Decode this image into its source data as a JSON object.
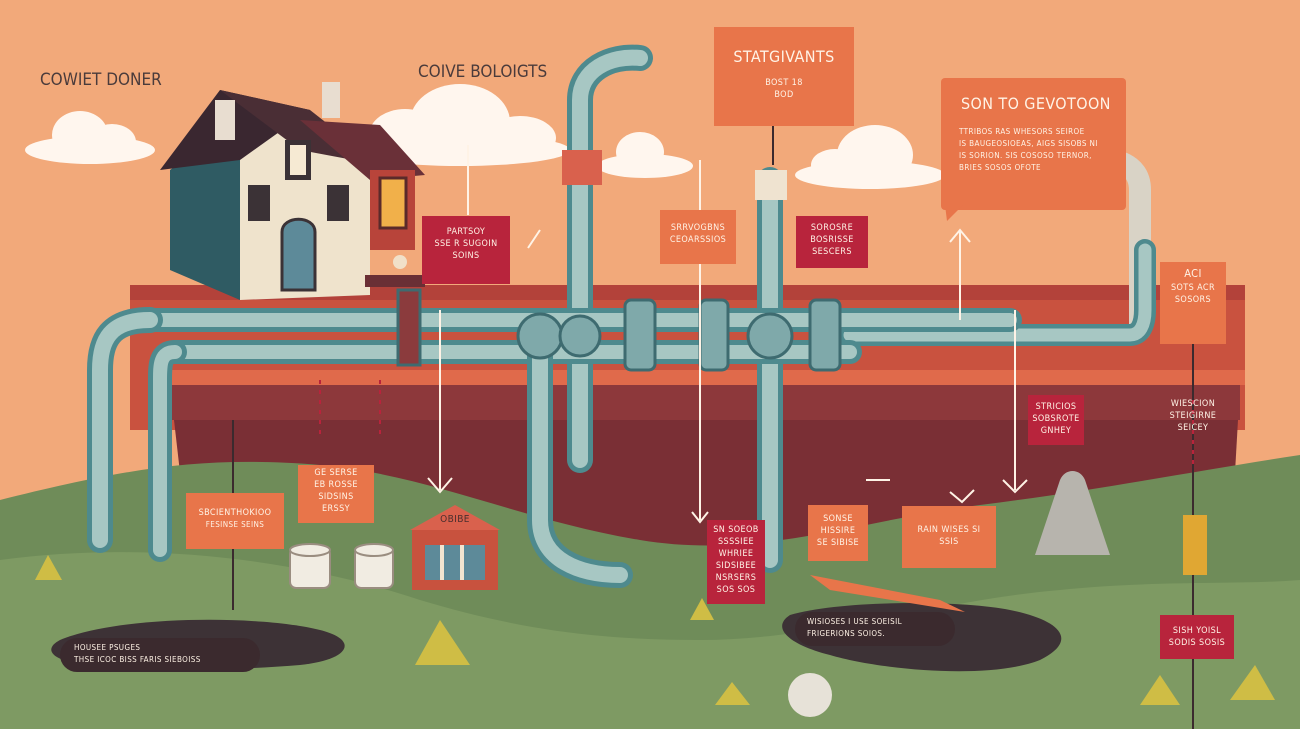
{
  "headings": {
    "top_left": "COWIET DONER",
    "top_center": "COIVE BOLOIGTS",
    "banner": "STATGIVANTS",
    "banner_sub": [
      "BOST 18",
      "BOD"
    ],
    "callout_title": "SON TO GEVOTOON",
    "callout_lines": [
      "TTRIBOS RAS WHESORS SEIROE",
      "IS BAUGEOSIOEAS, AIGS SISOBS NI",
      "IS SORION. SIS COSOSO TERNOR,",
      "BRIES SOSOS OFOTE"
    ]
  },
  "labels": {
    "house_card": [
      "PARTSOY",
      "SSE R SUGOIN",
      "SOINS"
    ],
    "mid_card": [
      "SRRVOGBNS",
      "CEOARSSIOS"
    ],
    "red_card_center": [
      "SOROSRE",
      "BOSRISSE",
      "SESCERS"
    ],
    "right_small": [
      "ACI",
      "SOTS ACR",
      "SOSORS"
    ],
    "right_small_2": [
      "WIESCION",
      "STEIGIRNE",
      "SEICEY"
    ],
    "red_card_low": [
      "STRICIOS",
      "SOBSROTE",
      "GNHEY"
    ],
    "left_card": [
      "SBCIENTHOKIOO",
      "FESINSE SEINS"
    ],
    "left_orange": [
      "GE SERSE",
      "EB ROSSE",
      "SIDSINS",
      "ERSSY"
    ],
    "tall_red": [
      "SN SOEOB",
      "SSSSIEE",
      "WHRIEE",
      "SIDSIBEE",
      "NSRSERS",
      "SOS SOS"
    ],
    "tiny_orange": [
      "SONSE",
      "HISSIRE",
      "SE SIBISE"
    ],
    "wide_orange": [
      "RAIN WISES SI",
      "SSIS"
    ],
    "shed_sign": "OBIBE",
    "bottom_right": [
      "SISH YOISL",
      "SODIS SOSIS"
    ],
    "pill_left": [
      "HOUSEE PSUGES",
      "THSE ICOC BISS FARIS SIEBOISS"
    ],
    "pill_right": [
      "WISIOSES I USE SOEISIL",
      "FRIGERIONS SOIOS."
    ]
  }
}
